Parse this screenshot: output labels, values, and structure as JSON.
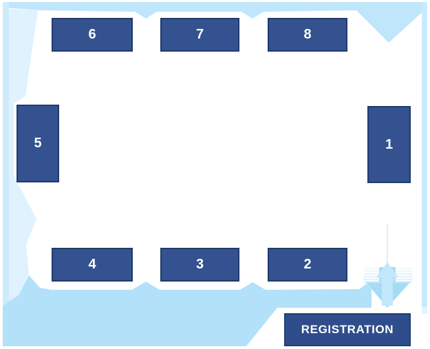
{
  "booths": {
    "top": [
      {
        "label": "6"
      },
      {
        "label": "7"
      },
      {
        "label": "8"
      }
    ],
    "left": {
      "label": "5"
    },
    "right": {
      "label": "1"
    },
    "bottom": [
      {
        "label": "4"
      },
      {
        "label": "3"
      },
      {
        "label": "2"
      }
    ]
  },
  "registration": {
    "label": "REGISTRATION"
  },
  "icons": {
    "entrance_up_arrow": "up-arrow-icon",
    "entrance_down_arrow": "down-arrow-icon"
  },
  "colors": {
    "booth_fill": "#33528f",
    "booth_border": "#203a6b",
    "registration_fill": "#2f4d8c",
    "frame_blue": "#b5e2f9",
    "frame_blue_light": "#dff2fd",
    "arrow_down_blue": "#a5dbf7",
    "arrow_up_blue": "#c2e8fb",
    "text_on_blue": "#ffffff"
  }
}
